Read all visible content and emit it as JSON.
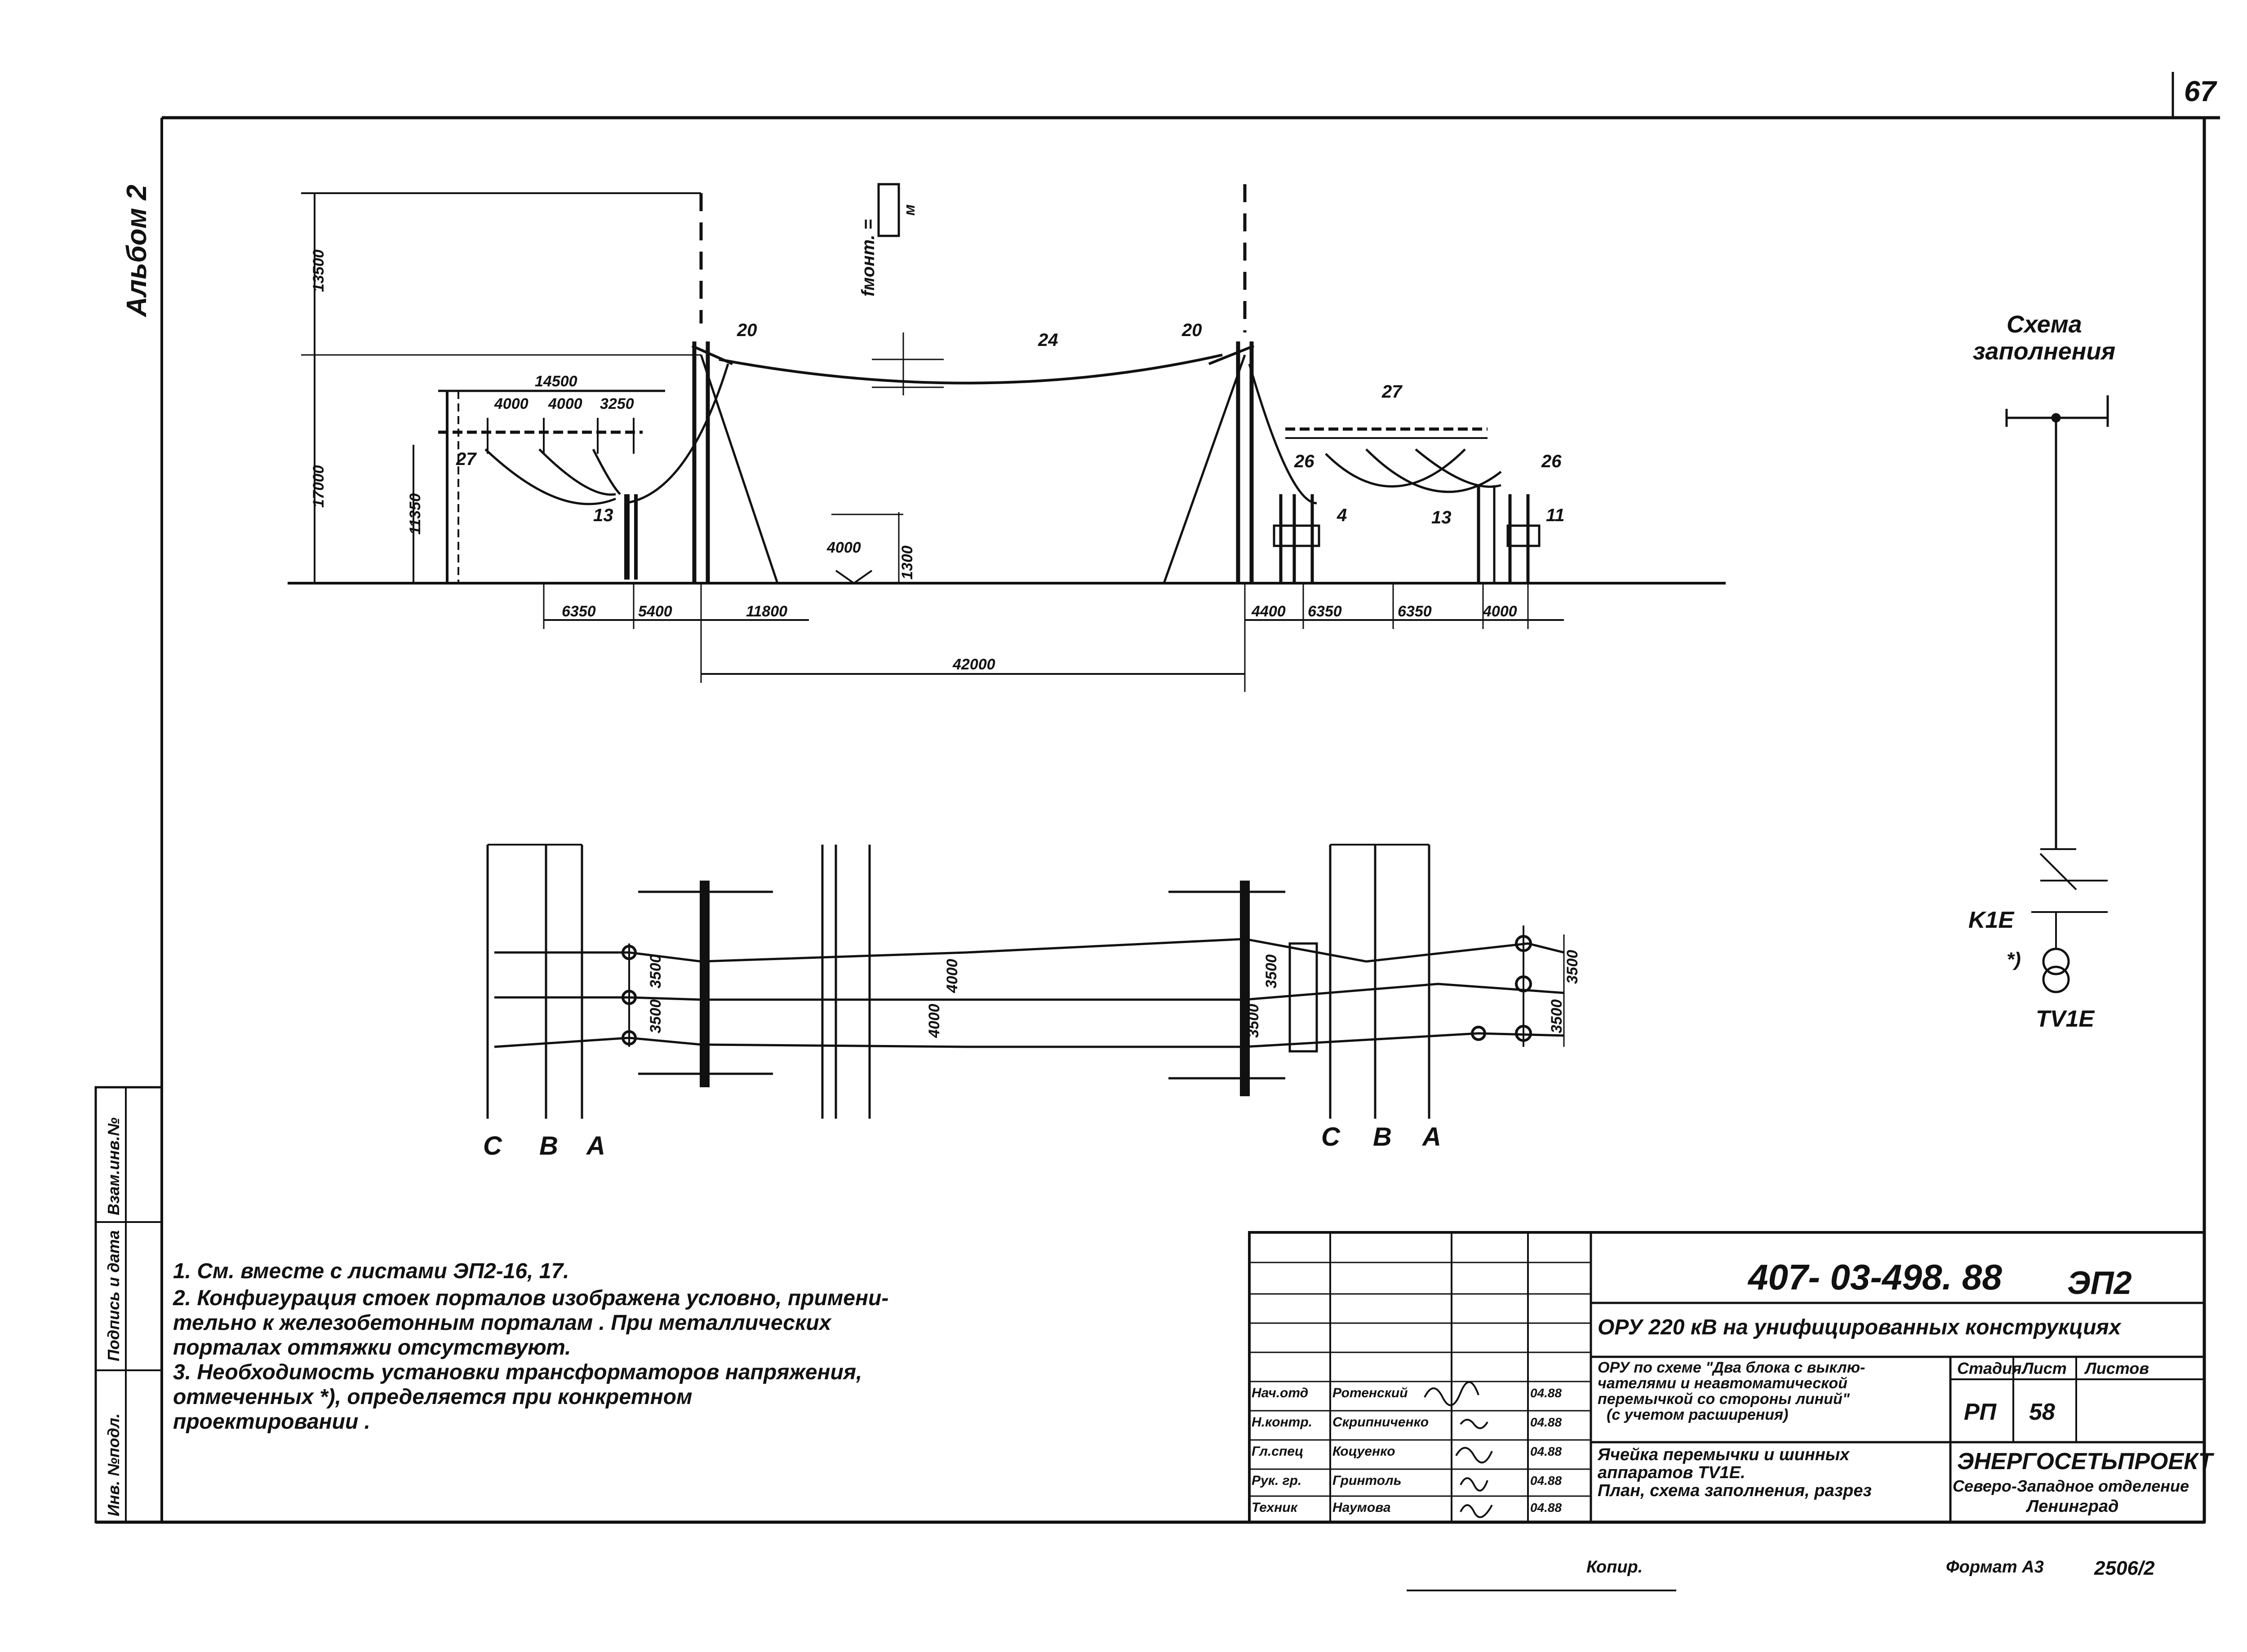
{
  "sheet": {
    "page_number": "67",
    "album_label": "Альбом 2",
    "side_stamp": [
      "Инв. №подл.",
      "Подпись и дата",
      "Взам.инв.№"
    ]
  },
  "section_view": {
    "dimensions": {
      "h_13500": "13500",
      "h_17000": "17000",
      "h_11350": "11350",
      "w_14500": "14500",
      "w_4000": "4000",
      "w_4000b": "4000",
      "w_3250": "3250",
      "b_6350": "6350",
      "b_5400": "5400",
      "b_11800": "11800",
      "b_42000": "42000",
      "b_4400": "4400",
      "b_6350b": "6350",
      "b_6350c": "6350",
      "b_4000": "4000",
      "c_4000": "4000",
      "c_1300": "1300"
    },
    "sag_label": "fмонт. =",
    "sag_unit": "м",
    "callouts": {
      "c20a": "20",
      "c20b": "20",
      "c24": "24",
      "c27a": "27",
      "c27b": "27",
      "c13a": "13",
      "c13b": "13",
      "c26a": "26",
      "c26b": "26",
      "c4": "4",
      "c11": "11"
    }
  },
  "plan_view": {
    "phases_left": [
      "C",
      "B",
      "A"
    ],
    "phases_right": [
      "C",
      "B",
      "A"
    ],
    "dimensions": {
      "l1": "3500",
      "l2": "3500",
      "mid1": "4000",
      "mid2": "4000",
      "r1": "3500",
      "r2": "3500",
      "rr1": "3500",
      "rr2": "3500"
    }
  },
  "schema": {
    "title_line1": "Схема",
    "title_line2": "заполнения",
    "label_k1e": "K1E",
    "label_tv1e": "TV1E",
    "star": "*)"
  },
  "notes": [
    "1.  См. вместе с листами ЭП2-16, 17.",
    "2.  Конфигурация  стоек  порталов  изображена  условно, примени-",
    "     тельно  к  железобетонным  порталам .  При  металлических",
    "     порталах  оттяжки  отсутствуют.",
    "3.  Необходимость  установки  трансформаторов  напряжения,",
    "     отмеченных  *),  определяется  при   конкретном",
    "     проектировании ."
  ],
  "title_block": {
    "doc_code": "407- 03-498. 88",
    "sheet_code": "ЭП2",
    "project_title": "ОРУ 220 кВ на унифицированных  конструкциях",
    "desc1": [
      "ОРУ по схеме \"Два блока с выклю-",
      "чателями и неавтоматической",
      "перемычкой со стороны линий\"",
      "(с учетом расширения)"
    ],
    "desc2": [
      "Ячейка  перемычки  и шинных",
      "аппаратов  TV1E.",
      "План, схема  заполнения,  разрез"
    ],
    "stage_header": "Стадия",
    "sheet_header": "Лист",
    "sheets_header": "Листов",
    "stage_value": "РП",
    "sheet_value": "58",
    "org_name": "ЭНЕРГОСЕТЬПРОЕКТ",
    "org_dept": "Северо-Западное отделение",
    "org_city": "Ленинград",
    "staff": [
      {
        "role": "Нач.отд",
        "name": "Ротенский",
        "date": "04.88"
      },
      {
        "role": "Н.контр.",
        "name": "Скрипниченко",
        "date": "04.88"
      },
      {
        "role": "Гл.спец",
        "name": "Коцуенко",
        "date": "04.88"
      },
      {
        "role": "Рук. гр.",
        "name": "Гринтоль",
        "date": "04.88"
      },
      {
        "role": "Техник",
        "name": "Наумова",
        "date": "04.88"
      }
    ]
  },
  "footer": {
    "copied": "Копир.",
    "format": "Формат А3",
    "number": "2506/2"
  }
}
